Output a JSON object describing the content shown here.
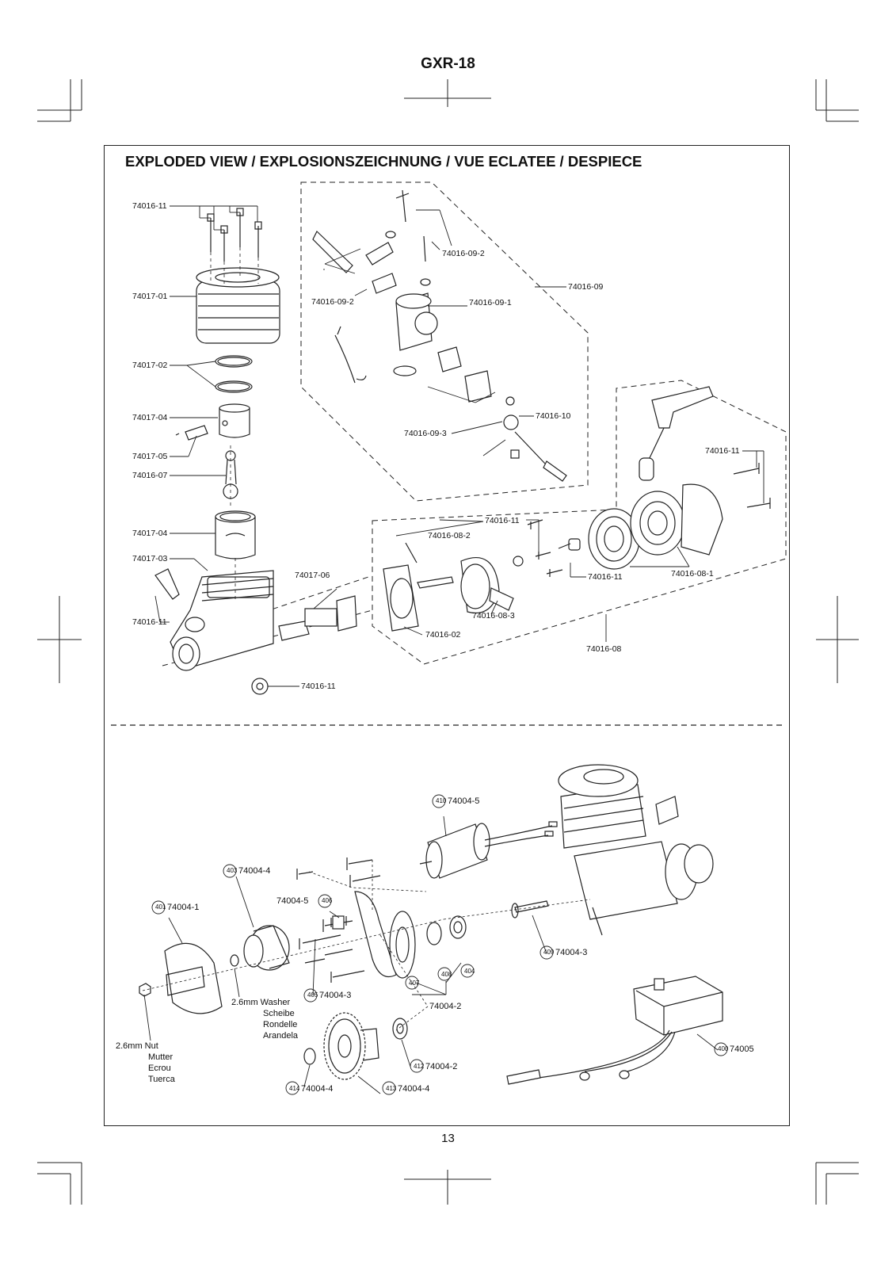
{
  "header": {
    "model": "GXR-18"
  },
  "section_title": "EXPLODED VIEW / EXPLOSIONSZEICHNUNG / VUE ECLATEE / DESPIECE",
  "page_number": "13",
  "engine_labels": {
    "head_screws": "74016-11",
    "cylinder_head": "74017-01",
    "gaskets": "74017-02",
    "piston": "74017-04",
    "piston_pin": "74017-05",
    "con_rod": "74016-07",
    "sleeve": "74017-04",
    "crankcase": "74017-03",
    "glow_plug_side": "74016-11",
    "crankshaft": "74017-06",
    "nut": "74016-11",
    "carb_assembly": "74016-09",
    "carb_needle": "74016-09-2",
    "carb_spray_bar": "74016-09-2",
    "carb_body": "74016-09-1",
    "carb_sleeve": "74016-09-3",
    "carb_arm": "74016-10",
    "pull_start_screws": "74016-11",
    "backplate": "74016-08-2",
    "backplate_screws_top": "74016-11",
    "backplate_screws": "74016-11",
    "starter_reel": "74016-08-1",
    "starter_housing": "74016-08-3",
    "rear_gasket": "74016-02",
    "pull_start_assembly": "74016-08"
  },
  "starter_labels": {
    "l401": {
      "num": "401",
      "text": "74004-1"
    },
    "l403": {
      "num": "403",
      "text": "74004-4"
    },
    "l406": {
      "num": "406",
      "text": "74004-5"
    },
    "l410": {
      "num": "410",
      "text": "74004-5"
    },
    "l409": {
      "num": "409",
      "text": "74004-3"
    },
    "l405": {
      "num": "405",
      "text": "74004-3"
    },
    "l407": "407",
    "l408": "408",
    "l404": "404",
    "group_74004_2": "74004-2",
    "l412": {
      "num": "412",
      "text": "74004-2"
    },
    "l414": {
      "num": "414",
      "text": "74004-4"
    },
    "l413": {
      "num": "413",
      "text": "74004-4"
    },
    "l400": {
      "num": "400",
      "text": "74005"
    },
    "washer": {
      "size": "2.6mm Washer",
      "de": "Scheibe",
      "fr": "Rondelle",
      "es": "Arandela"
    },
    "nut": {
      "size": "2.6mm  Nut",
      "de": "Mutter",
      "fr": "Ecrou",
      "es": "Tuerca"
    }
  }
}
